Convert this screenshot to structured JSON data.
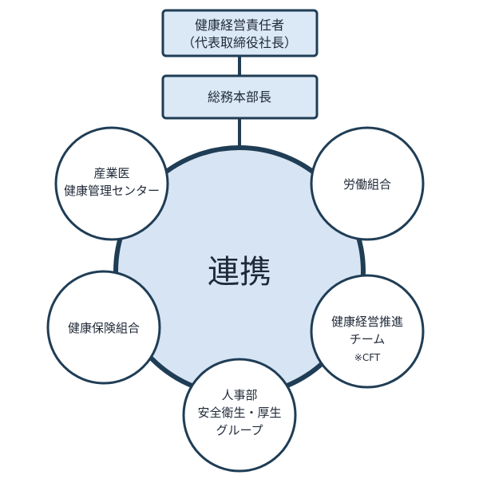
{
  "top_box": {
    "line1": "健康経営責任者",
    "line2": "（代表取締役社長）"
  },
  "second_box": {
    "label": "総務本部長"
  },
  "hub": {
    "label": "連携"
  },
  "nodes": {
    "occupational_health": {
      "line1": "産業医",
      "line2": "健康管理センター"
    },
    "labor_union": {
      "line1": "労働組合"
    },
    "health_insurance": {
      "line1": "健康保険組合"
    },
    "health_team": {
      "line1": "健康経営推進",
      "line2": "チーム",
      "note": "※CFT"
    },
    "hr_safety": {
      "line1": "人事部",
      "line2": "安全衛生・厚生",
      "line3": "グループ"
    }
  },
  "colors": {
    "stroke": "#1f3d55",
    "box_fill": "#dbe8f5",
    "hub_fill": "#d6e4f3",
    "node_fill": "#ffffff"
  }
}
